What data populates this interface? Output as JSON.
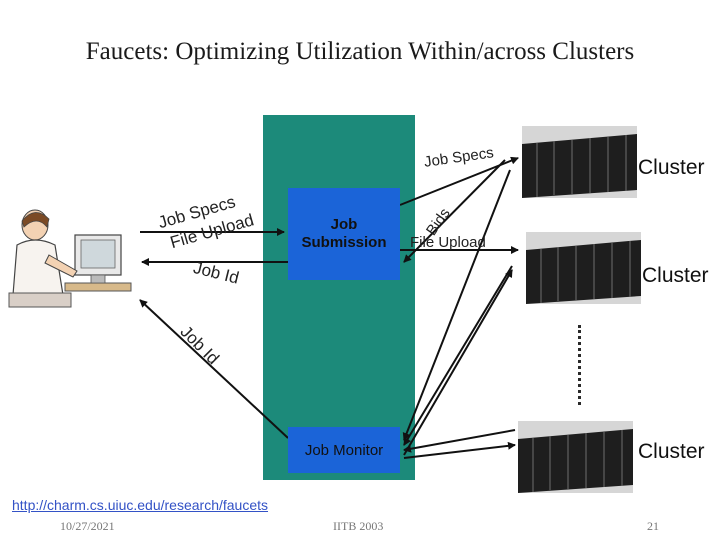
{
  "title": "Faucets: Optimizing Utilization Within/across Clusters",
  "boxes": {
    "submission_line1": "Job",
    "submission_line2": "Submission",
    "monitor": "Job Monitor"
  },
  "edge_labels": {
    "left_job_specs": "Job Specs",
    "left_file_upload": "File Upload",
    "job_id_top": "Job Id",
    "job_id_bottom": "Job Id",
    "right_job_specs": "Job Specs",
    "right_bids": "Bids",
    "right_file_upload": "File Upload"
  },
  "clusters": [
    {
      "label": "Cluster"
    },
    {
      "label": "Cluster"
    },
    {
      "label": "Cluster"
    }
  ],
  "footer": {
    "link": "http://charm.cs.uiuc.edu/research/faucets",
    "date": "10/27/2021",
    "venue": "IITB 2003",
    "page": "21"
  },
  "colors": {
    "panel": "#1c8a7a",
    "box": "#1b64d8",
    "link": "#3352c6"
  }
}
